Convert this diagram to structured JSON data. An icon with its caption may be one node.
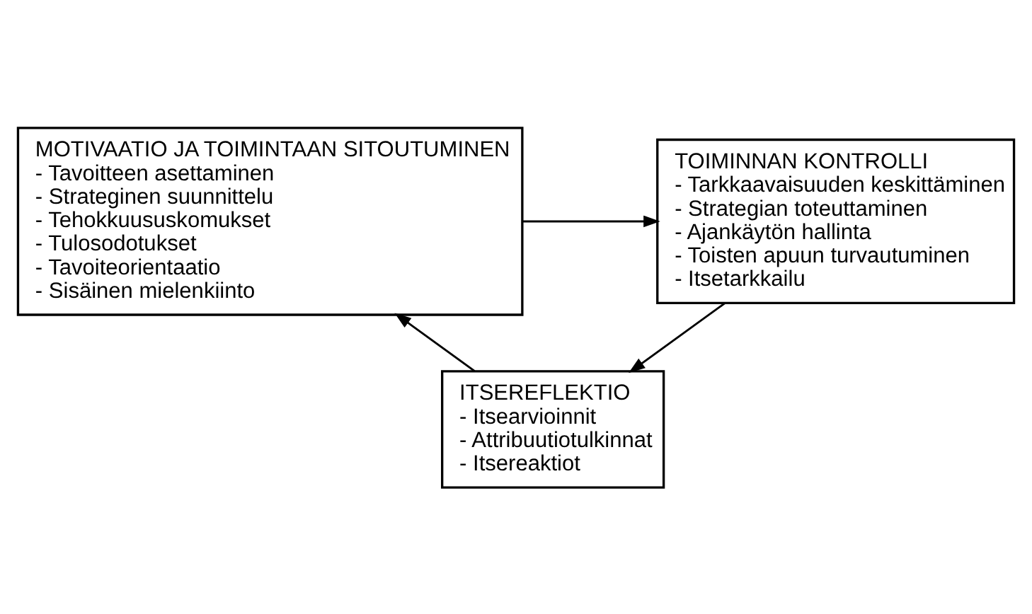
{
  "diagram": {
    "nodes": [
      {
        "text": [
          "MOTIVAATIO JA TOIMINTAAN SITOUTUMINEN",
          "- Tavoitteen asettaminen",
          "- Strateginen suunnittelu",
          "- Tehokkuususkomukset",
          "- Tulosodotukset",
          "- Tavoiteorientaatio",
          "- Sisäinen mielenkiinto"
        ]
      },
      {
        "text": [
          "TOIMINNAN KONTROLLI",
          "- Tarkkaavaisuuden keskittäminen",
          "- Strategian toteuttaminen",
          "- Ajankäytön hallinta",
          "- Toisten apuun turvautuminen",
          "- Itsetarkkailu"
        ]
      },
      {
        "text": [
          "ITSEREFLEKTIO",
          "- Itsearvioinnit",
          "- Attribuutiotulkinnat",
          "- Itsereaktiot"
        ]
      }
    ],
    "edges": [
      {
        "from": 0,
        "to": 1,
        "arrow": "to"
      },
      {
        "from": 1,
        "to": 2,
        "arrow": "to"
      },
      {
        "from": 2,
        "to": 0,
        "arrow": "to"
      }
    ]
  }
}
